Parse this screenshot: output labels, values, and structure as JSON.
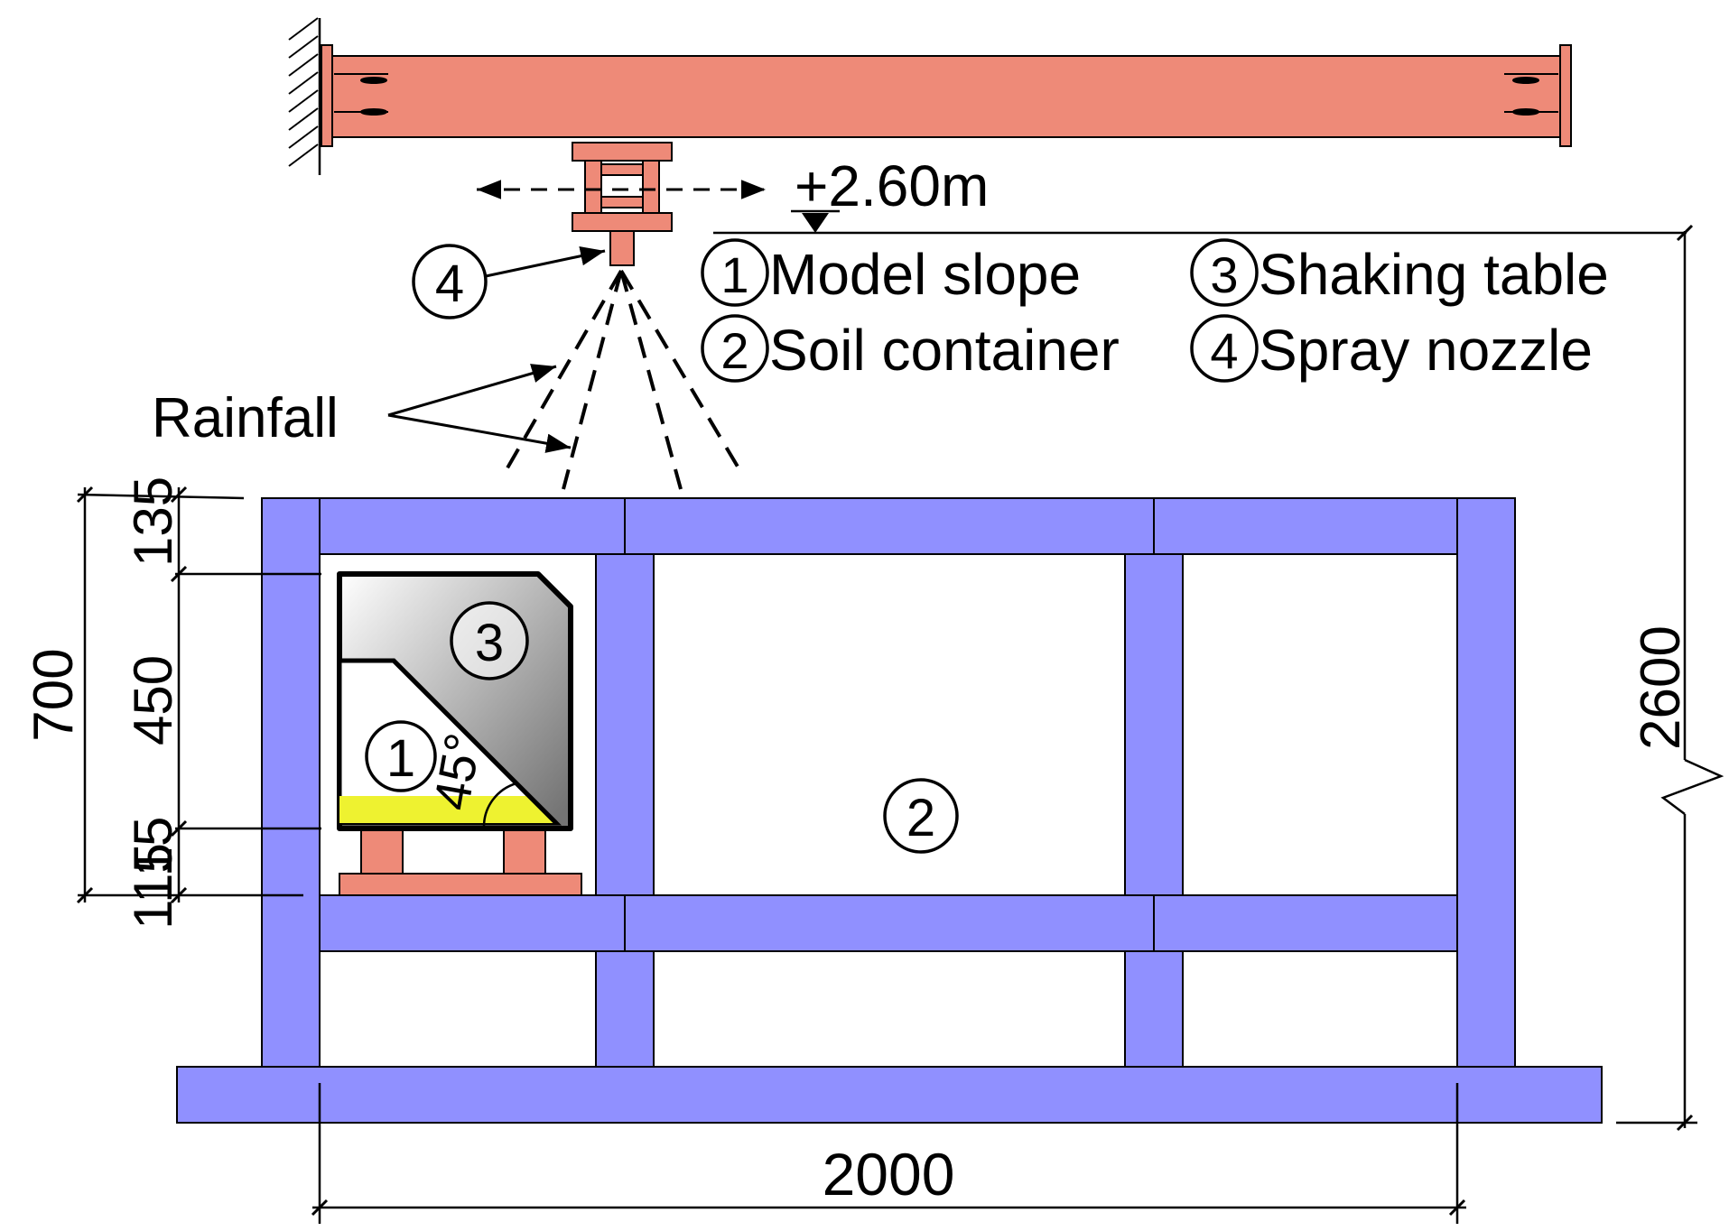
{
  "labels": {
    "elevation": "+2.60m",
    "rainfall": "Rainfall",
    "angle": "45°",
    "callout_nozzle": "4",
    "marker_slope": "1",
    "marker_table": "3",
    "marker_container": "2"
  },
  "legend": [
    {
      "num": "1",
      "text": "Model slope"
    },
    {
      "num": "2",
      "text": "Soil container"
    },
    {
      "num": "3",
      "text": "Shaking table"
    },
    {
      "num": "4",
      "text": "Spray nozzle"
    }
  ],
  "dimensions": {
    "d135": "135",
    "d450": "450",
    "d15": "15",
    "d115": "115",
    "d700": "700",
    "d2600": "2600",
    "d2000": "2000"
  },
  "colors": {
    "beam": "#ee8a78",
    "frame": "#9090ff",
    "soil_base": "#eef230",
    "shaking_table_gradient": [
      "#ffffff",
      "#7c7c7c"
    ]
  }
}
